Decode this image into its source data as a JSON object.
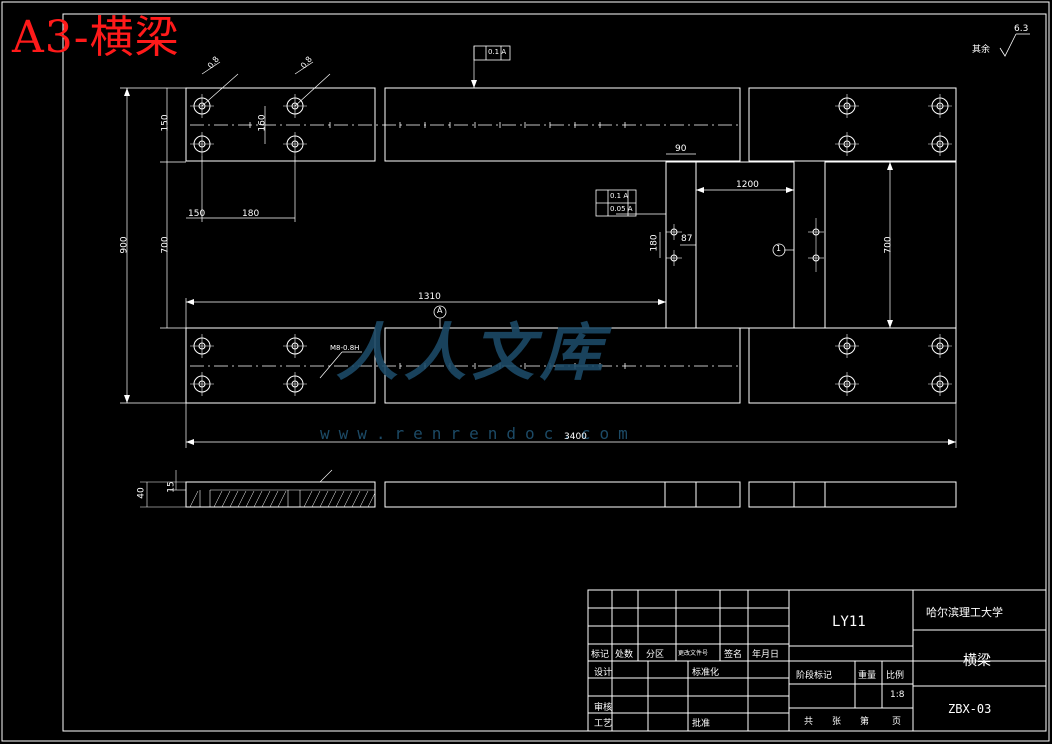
{
  "drawing": {
    "sheet_label": "A3-横梁",
    "roughness_note": "其余",
    "roughness_value": "6.3",
    "watermark_text": "人人文库",
    "watermark_url": "www.renrendoc.com",
    "colors": {
      "background": "#000000",
      "lines": "#ffffff",
      "title_red": "#ff1a1a",
      "watermark": "#1c4a66"
    },
    "dimensions": {
      "overall_width": "3400",
      "overall_height": "900",
      "inner_height": "700",
      "right_span": "700",
      "left_length": "1310",
      "middle_length": "1200",
      "slot_width": "90",
      "hole_spacing": "180",
      "hole_offset": "150",
      "hole_pitch": "160",
      "small_hole": "87",
      "small_pitch": "180",
      "section_height": "40",
      "section_step": "15",
      "left_gap": "150"
    },
    "tolerances": {
      "parallel_top": "0.1 A",
      "parallel_right": "0.1 A",
      "perp_right": "0.05 A",
      "datum": "A",
      "datum_ref": "1",
      "thread_note": "M8-0.8H",
      "hole_note_1": "0.8",
      "hole_note_2": "0.8"
    }
  },
  "title_block": {
    "school": "哈尔滨理工大学",
    "material": "LY11",
    "part_name": "横梁",
    "drawing_no": "ZBX-03",
    "scale": "1:8",
    "labels": {
      "mark": "标记",
      "count": "处数",
      "zone": "分区",
      "doc_no": "更改文件号",
      "sign": "签名",
      "date": "年月日",
      "design": "设计",
      "standardize": "标准化",
      "review": "审核",
      "process": "工艺",
      "approve": "批准",
      "stage": "阶段标记",
      "weight": "重量",
      "ratio": "比例",
      "total": "共",
      "sheets": "张",
      "page_no": "第",
      "page": "页"
    }
  }
}
